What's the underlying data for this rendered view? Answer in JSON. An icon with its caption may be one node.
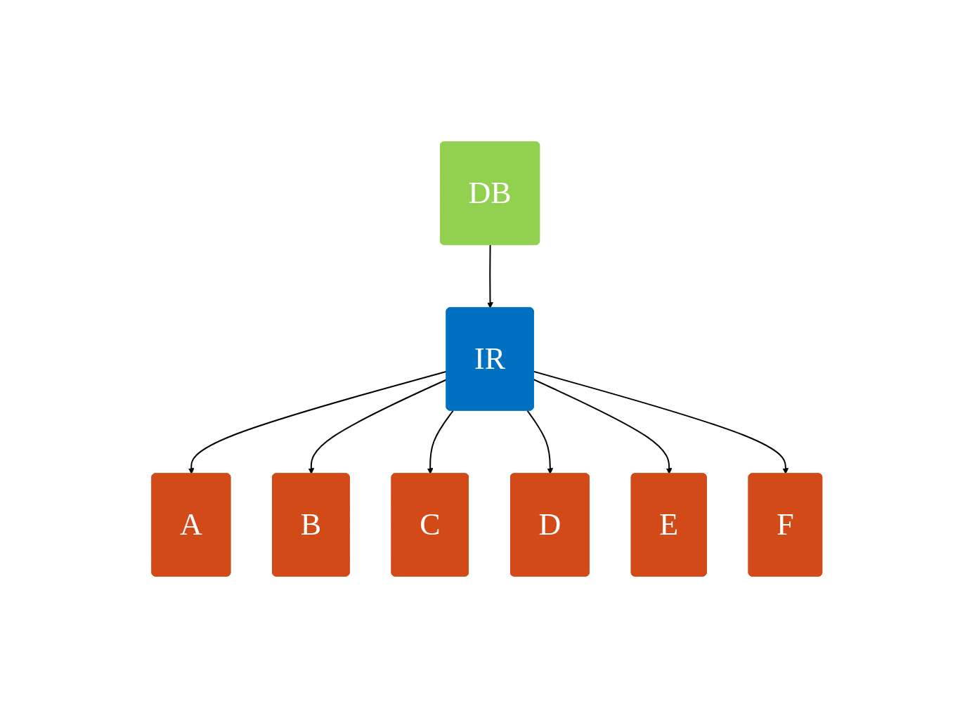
{
  "diagram": {
    "nodes": [
      {
        "text": [
          "DB"
        ]
      },
      {
        "text": [
          "F"
        ]
      },
      {
        "text": [
          "IR"
        ]
      },
      {
        "text": [
          "A"
        ]
      },
      {
        "text": [
          "E"
        ]
      },
      {
        "text": [
          "B"
        ]
      },
      {
        "text": [
          "D"
        ]
      },
      {
        "text": [
          "C"
        ]
      }
    ],
    "edges": [
      {
        "from": 0,
        "to": 2,
        "arrow": "to"
      },
      {
        "from": 2,
        "to": 3,
        "arrow": "to"
      },
      {
        "from": 2,
        "to": 5,
        "arrow": "to"
      },
      {
        "from": 2,
        "to": 7,
        "arrow": "to"
      },
      {
        "from": 2,
        "to": 6,
        "arrow": "to"
      },
      {
        "from": 2,
        "to": 4,
        "arrow": "to"
      },
      {
        "from": 2,
        "to": 1,
        "arrow": "to"
      }
    ]
  }
}
